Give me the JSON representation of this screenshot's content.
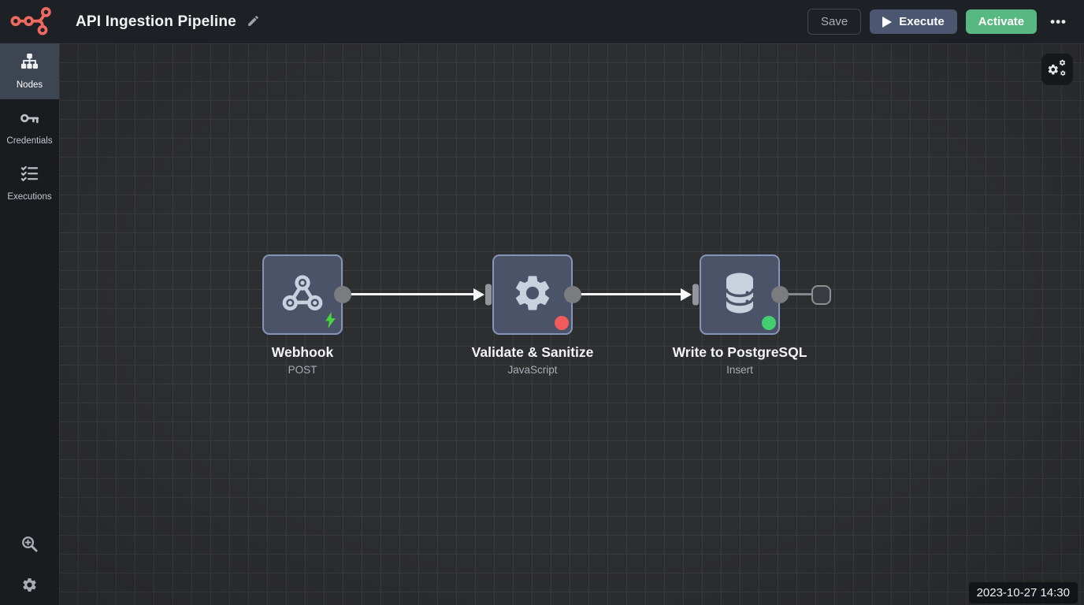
{
  "header": {
    "title": "API Ingestion Pipeline",
    "edit_icon": "pencil-icon",
    "buttons": {
      "save": "Save",
      "execute": "Execute",
      "activate": "Activate",
      "more": "•••"
    }
  },
  "sidebar": {
    "items": [
      {
        "label": "Nodes",
        "icon": "sitemap-icon",
        "active": true
      },
      {
        "label": "Credentials",
        "icon": "key-icon",
        "active": false
      },
      {
        "label": "Executions",
        "icon": "list-check-icon",
        "active": false
      }
    ],
    "bottom_icons": [
      {
        "icon": "zoom-in-icon"
      },
      {
        "icon": "gear-icon"
      }
    ]
  },
  "canvas": {
    "settings_button_icon": "gears-icon",
    "timestamp": "2023-10-27 14:30",
    "workflow": {
      "nodes": [
        {
          "name": "Webhook",
          "subtitle": "POST",
          "icon": "webhook-icon",
          "status_badge": "lightning-bolt-green"
        },
        {
          "name": "Validate & Sanitize",
          "subtitle": "JavaScript",
          "icon": "gear-icon",
          "status_badge": "red-dot"
        },
        {
          "name": "Write to PostgreSQL",
          "subtitle": "Insert",
          "icon": "database-icon",
          "status_badge": "green-dot"
        }
      ],
      "connections": [
        {
          "from": "Webhook",
          "to": "Validate & Sanitize",
          "style": "white-arrow"
        },
        {
          "from": "Validate & Sanitize",
          "to": "Write to PostgreSQL",
          "style": "white-arrow"
        },
        {
          "from": "Write to PostgreSQL",
          "to": "add-node-stub",
          "style": "gray-line"
        }
      ]
    }
  },
  "colors": {
    "brand_coral": "#ee6960",
    "header_bg": "#1d2025",
    "sidebar_bg": "#1a1b1f",
    "canvas_bg": "#2d2e30",
    "execute_slate": "#4b5770",
    "activate_green": "#57b981",
    "node_fill": "#4a5368",
    "node_border": "#8595ba",
    "badge_red": "#f15b5b",
    "badge_green": "#41cf70",
    "bolt_green": "#47d53c"
  }
}
